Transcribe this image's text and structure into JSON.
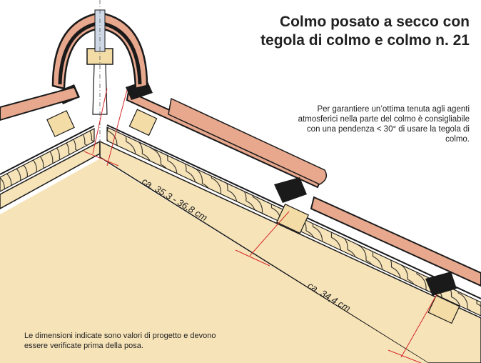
{
  "title": {
    "line1": "Colmo posato a secco con",
    "line2": "tegola di colmo e colmo n. 21"
  },
  "note": "Per garantiere un’ottima tenuta agli agenti atmosferici nella parte del colmo è consigliabile con una pendenza < 30° di usare la tegola di colmo.",
  "footnote": "Le dimensioni indicate sono valori di progetto e devono essere verificate prima della posa.",
  "dimensions": {
    "upper": "ca. 35,3 - 36,8 cm",
    "lower": "ca. 34,4 cm"
  },
  "colors": {
    "tile": "#e8a88e",
    "tile_outline": "#1a1a1a",
    "board": "#f6e3b8",
    "batten": "#f3dca6",
    "measure_line": "#d62828"
  }
}
